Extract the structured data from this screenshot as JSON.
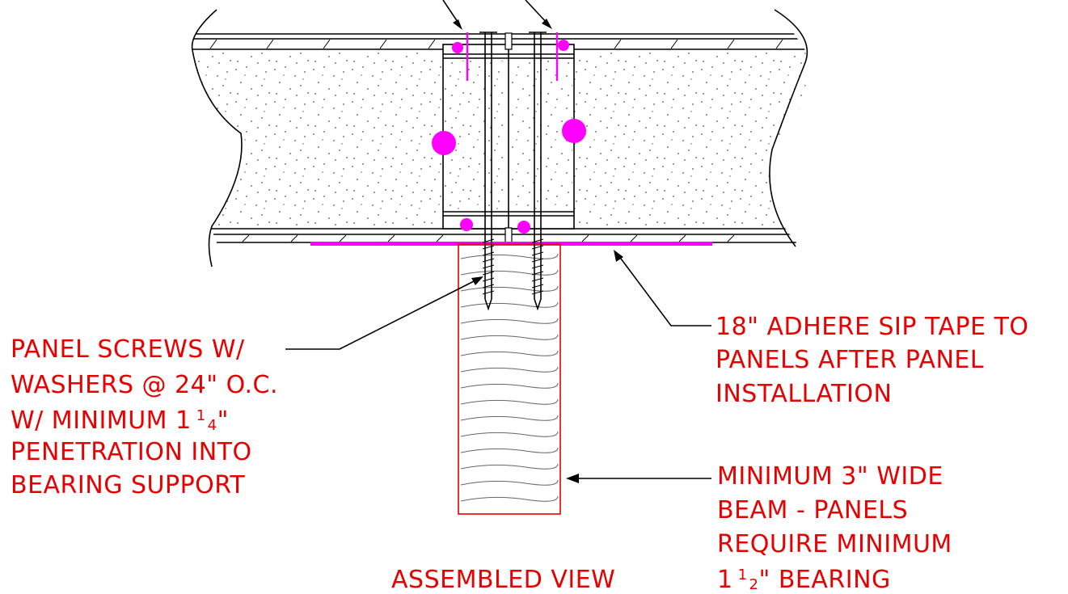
{
  "notes": {
    "screws": {
      "line1": "PANEL SCREWS W/",
      "line2": "WASHERS @ 24\" O.C.",
      "line3_prefix": "W/ MINIMUM 1",
      "line3_frac_num": "1",
      "line3_frac_den": "4",
      "line3_suffix": "\"",
      "line4": "PENETRATION INTO",
      "line5": "BEARING SUPPORT"
    },
    "tape": {
      "line1": "18\" ADHERE SIP TAPE TO",
      "line2": "PANELS AFTER PANEL",
      "line3": "INSTALLATION"
    },
    "beam": {
      "line1": "MINIMUM 3\" WIDE",
      "line2": "BEAM - PANELS",
      "line3": "REQUIRE MINIMUM",
      "line4_prefix": "1",
      "line4_frac_num": "1",
      "line4_frac_den": "2",
      "line4_suffix": "\" BEARING"
    },
    "view_title": "ASSEMBLED VIEW"
  },
  "colors": {
    "annotation_text": "#e60000",
    "sealant_and_tape": "#ff00ff",
    "linework": "#000000"
  }
}
